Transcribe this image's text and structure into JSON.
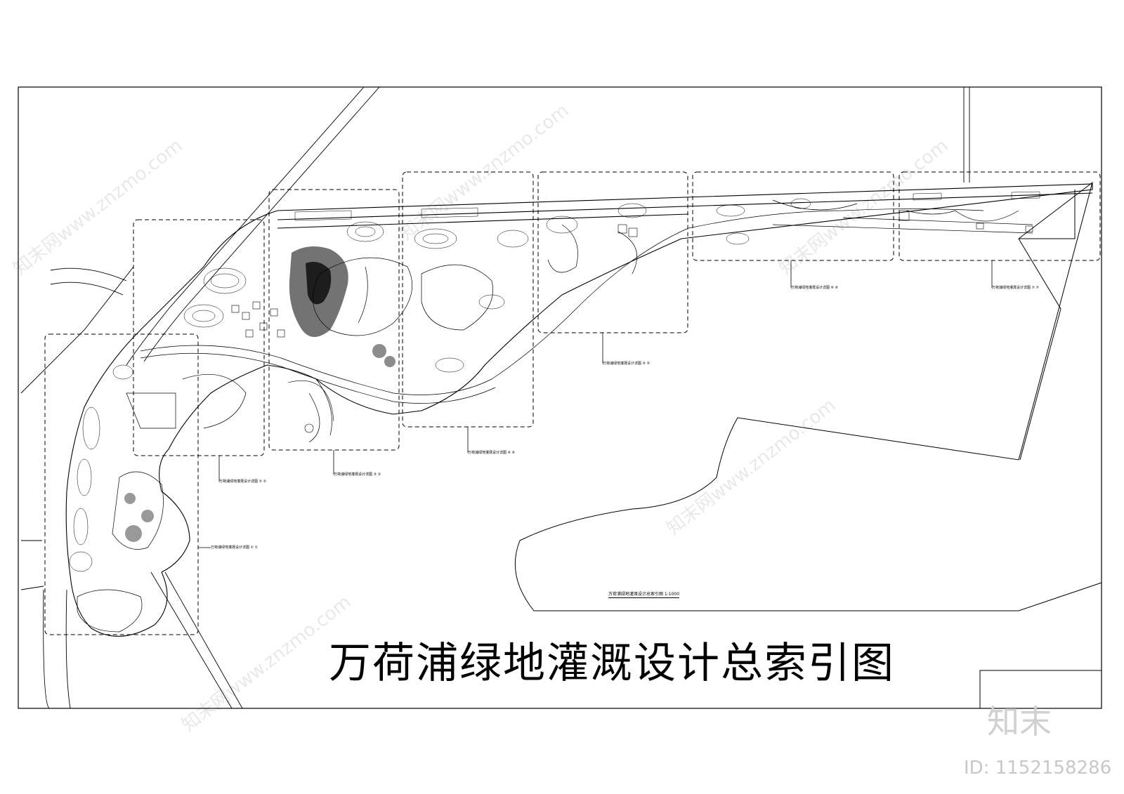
{
  "drawing": {
    "title": "万荷浦绿地灌溉设计总索引图",
    "scale_caption": "万荷浦绿地灌溉设计总索引图 1:1000",
    "sheet_captions": [
      "万荷浦绿地灌溉设计详图 ① ①",
      "万荷浦绿地灌溉设计详图 ② ②",
      "万荷浦绿地灌溉设计详图 ③ ③",
      "万荷浦绿地灌溉设计详图 ④ ④",
      "万荷浦绿地灌溉设计详图 ⑤ ⑤",
      "万荷浦绿地灌溉设计详图 ⑥ ⑥",
      "万荷浦绿地灌溉设计详图 ⑦ ⑦"
    ]
  },
  "branding": {
    "logo_text": "知末",
    "id_text": "ID: 1152158286",
    "watermark_text": "知末网www.znzmo.com"
  }
}
